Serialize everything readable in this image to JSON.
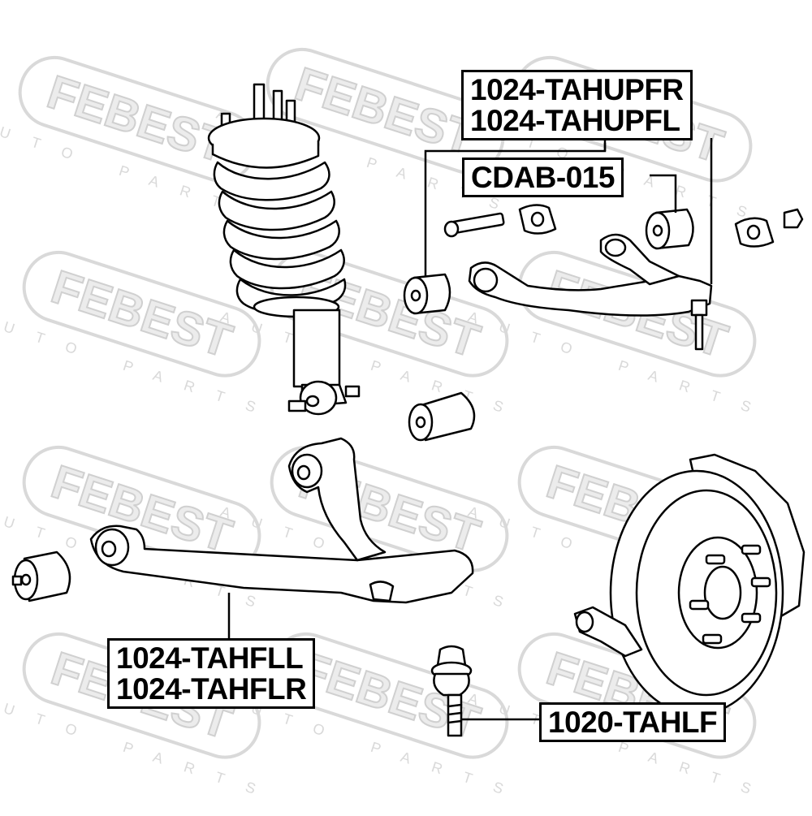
{
  "watermark": {
    "brand": "FEBEST",
    "tagline": "AUTO PARTS"
  },
  "labels": {
    "upper_arm": [
      "1024-TAHUPFR",
      "1024-TAHUPFL"
    ],
    "bushing": [
      "CDAB-015"
    ],
    "lower_arm": [
      "1024-TAHFLL",
      "1024-TAHFLR"
    ],
    "ball_joint": [
      "1020-TAHLF"
    ]
  },
  "colors": {
    "ink": "#000000",
    "watermark": "#d9d9d9",
    "part_fill": "#ffffff"
  }
}
